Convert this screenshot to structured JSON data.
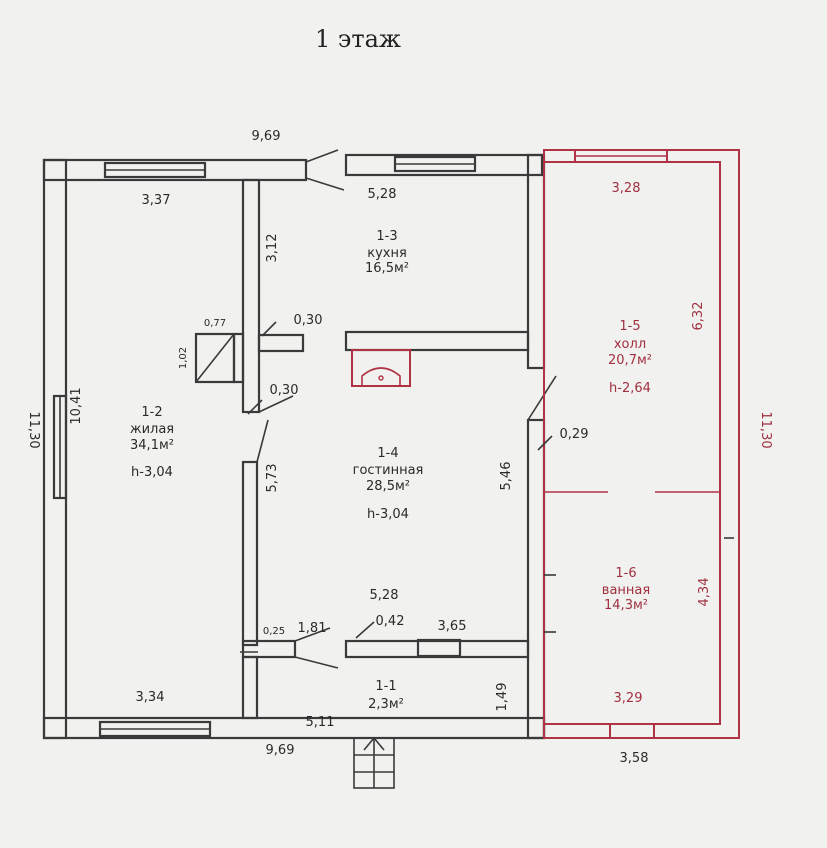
{
  "title": "1 этаж",
  "colors": {
    "wall": "#3a3a3a",
    "annex": "#b03245",
    "paper": "#f1f1ef"
  },
  "rooms": [
    {
      "id": "1-1",
      "name": "",
      "area": "2,3м²",
      "height": ""
    },
    {
      "id": "1-2",
      "name": "жилая",
      "area": "34,1м²",
      "height": "h-3,04"
    },
    {
      "id": "1-3",
      "name": "кухня",
      "area": "16,5м²",
      "height": ""
    },
    {
      "id": "1-4",
      "name": "гостинная",
      "area": "28,5м²",
      "height": "h-3,04"
    },
    {
      "id": "1-5",
      "name": "холл",
      "area": "20,7м²",
      "height": "h-2,64"
    },
    {
      "id": "1-6",
      "name": "ванная",
      "area": "14,3м²",
      "height": ""
    }
  ],
  "dimensions": {
    "top_overall": "9,69",
    "bottom_overall": "9,69",
    "left_overall": "11,30",
    "right_overall": "11,30",
    "r12_width_top": "3,37",
    "r12_width_bottom": "3,34",
    "r12_length": "10,41",
    "r13_width": "5,28",
    "r13_depth": "3,12",
    "r14_width": "5,28",
    "r14_depth": "5,46",
    "r14_left_wall": "5,73",
    "r15_width": "3,28",
    "r15_length": "6,32",
    "r16_width": "3,29",
    "r16_depth": "4,34",
    "annex_bottom": "3,58",
    "r11_width": "5,11",
    "r11_depth": "1,49",
    "wall_030_a": "0,30",
    "wall_030_b": "0,30",
    "wall_029": "0,29",
    "wall_042": "0,42",
    "wall_025": "0,25",
    "dim_181": "1,81",
    "dim_365": "3,65",
    "stove_w": "0,77",
    "stove_h": "1,02"
  }
}
